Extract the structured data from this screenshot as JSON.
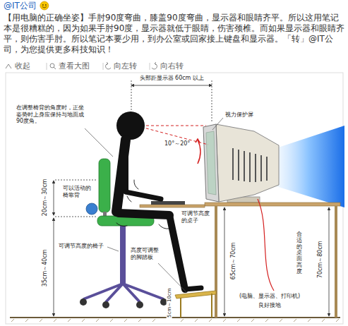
{
  "diagram": {
    "labels": [
      "@IT公司",
      "【用电脑的正确坐姿】手肘90度弯曲，膝盖90度弯曲，显示器和眼睛齐平。所以这用笔记本是很糟糕的，因为如果手肘90度，显示器就低于眼睛，伤害颈椎。而如果显示器和眼睛齐平，则伤害手肘。所以笔记本要少用，到办公室或回家接上键盘和显示器。「转」@IT公司，为您提供更多科技知识！",
      "收起",
      "查看大图",
      "向左转",
      "向右转",
      "头部距显示器 60cm 以上",
      "视力保护屏",
      "10°～20°",
      "在调整椅背的角度时，正坐姿势时上身应保持与地面成90度角。",
      "可以活动的椅靠背",
      "20cm～30cm",
      "35cm～40cm",
      "可调节高度的椅子",
      "可调节高度的桌子",
      "高度可调整的脚踏板",
      "65cm～70cm",
      "合适的桌面高度",
      "70cm～80cm",
      "5cm～10cm",
      "(电脑、显示器、打印机)",
      "良好接地"
    ]
  }
}
